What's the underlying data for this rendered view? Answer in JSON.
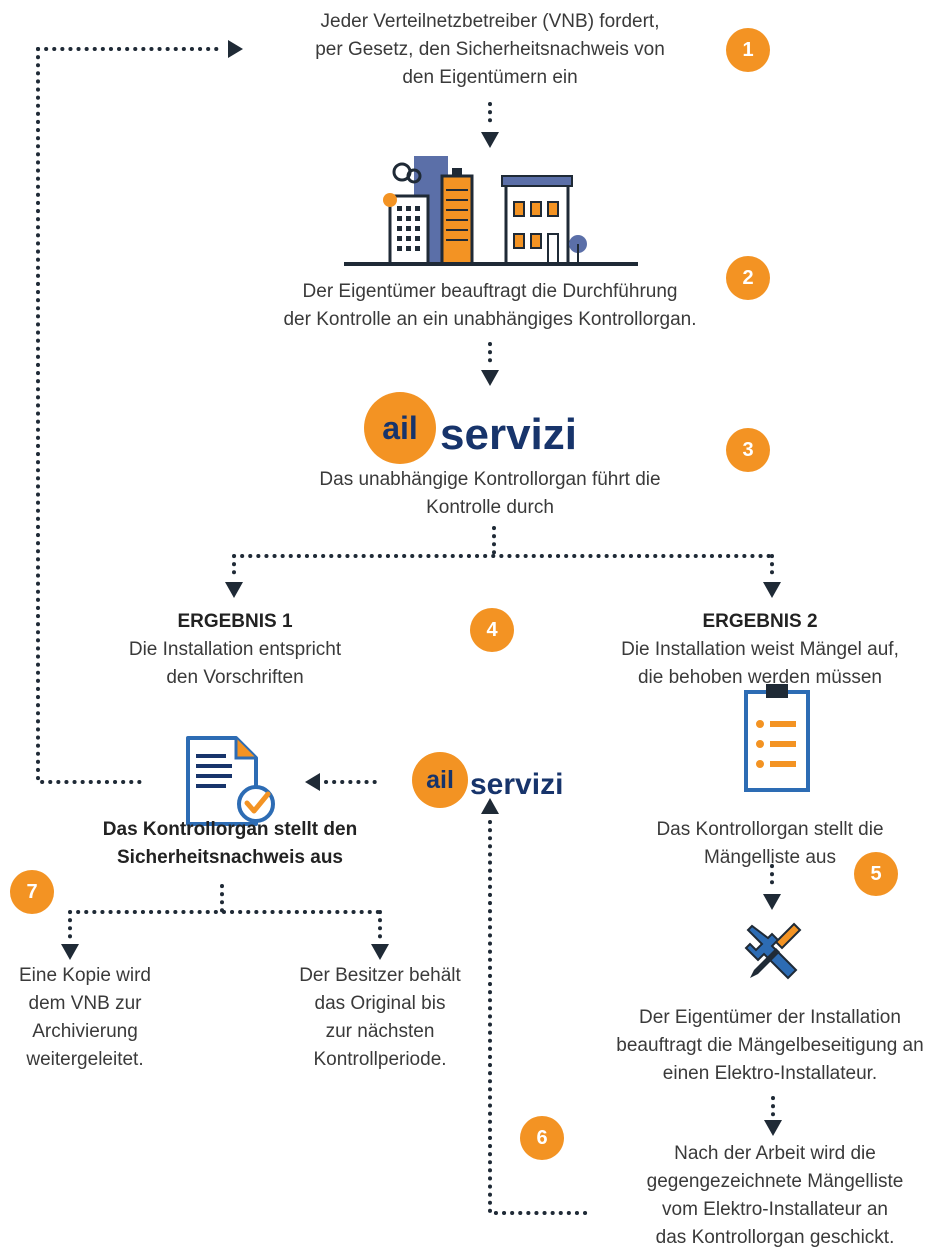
{
  "colors": {
    "accent": "#f39323",
    "navy": "#17346b",
    "blue": "#2d6cb4",
    "dark": "#1f2a36",
    "slate": "#5b6fa8"
  },
  "step1": {
    "badge": "1",
    "lines": [
      "Jeder Verteilnetzbetreiber (VNB) fordert,",
      "per Gesetz, den Sicherheitsnachweis von",
      "den Eigentümern ein"
    ]
  },
  "step2": {
    "badge": "2",
    "icon": "city-buildings-icon",
    "lines": [
      "Der Eigentümer beauftragt die Durchführung",
      "der Kontrolle an ein unabhängiges Kontrollorgan."
    ]
  },
  "step3": {
    "badge": "3",
    "logo_ail": "ail",
    "logo_servizi": "servizi",
    "lines": [
      "Das unabhängige Kontrollorgan führt die",
      "Kontrolle durch"
    ]
  },
  "step4": {
    "badge": "4",
    "logo_ail": "ail",
    "logo_servizi": "servizi"
  },
  "result1": {
    "title": "ERGEBNIS 1",
    "lines": [
      "Die Installation entspricht",
      "den Vorschriften"
    ],
    "icon": "certificate-document-icon"
  },
  "result2": {
    "title": "ERGEBNIS 2",
    "lines": [
      "Die Installation weist Mängel auf,",
      "die behoben werden müssen"
    ],
    "icon": "clipboard-list-icon"
  },
  "certificate": {
    "lines": [
      "Das Kontrollorgan stellt den",
      "Sicherheitsnachweis aus"
    ]
  },
  "defect_list": {
    "lines": [
      "Das Kontrollorgan stellt die",
      "Mängelliste aus"
    ]
  },
  "step5": {
    "badge": "5",
    "icon": "wrench-screwdriver-icon",
    "lines": [
      "Der Eigentümer der Installation",
      "beauftragt die Mängelbeseitigung an",
      "einen Elektro-Installateur."
    ]
  },
  "step6": {
    "badge": "6",
    "lines": [
      "Nach der Arbeit wird die",
      "gegengezeichnete Mängelliste",
      "vom Elektro-Installateur an",
      "das Kontrollorgan geschickt."
    ]
  },
  "step7": {
    "badge": "7"
  },
  "copy": {
    "lines": [
      "Eine Kopie wird",
      "dem VNB zur",
      "Archivierung",
      "weitergeleitet."
    ]
  },
  "original": {
    "lines": [
      "Der Besitzer behält",
      "das Original bis",
      "zur nächsten",
      "Kontrollperiode."
    ]
  }
}
